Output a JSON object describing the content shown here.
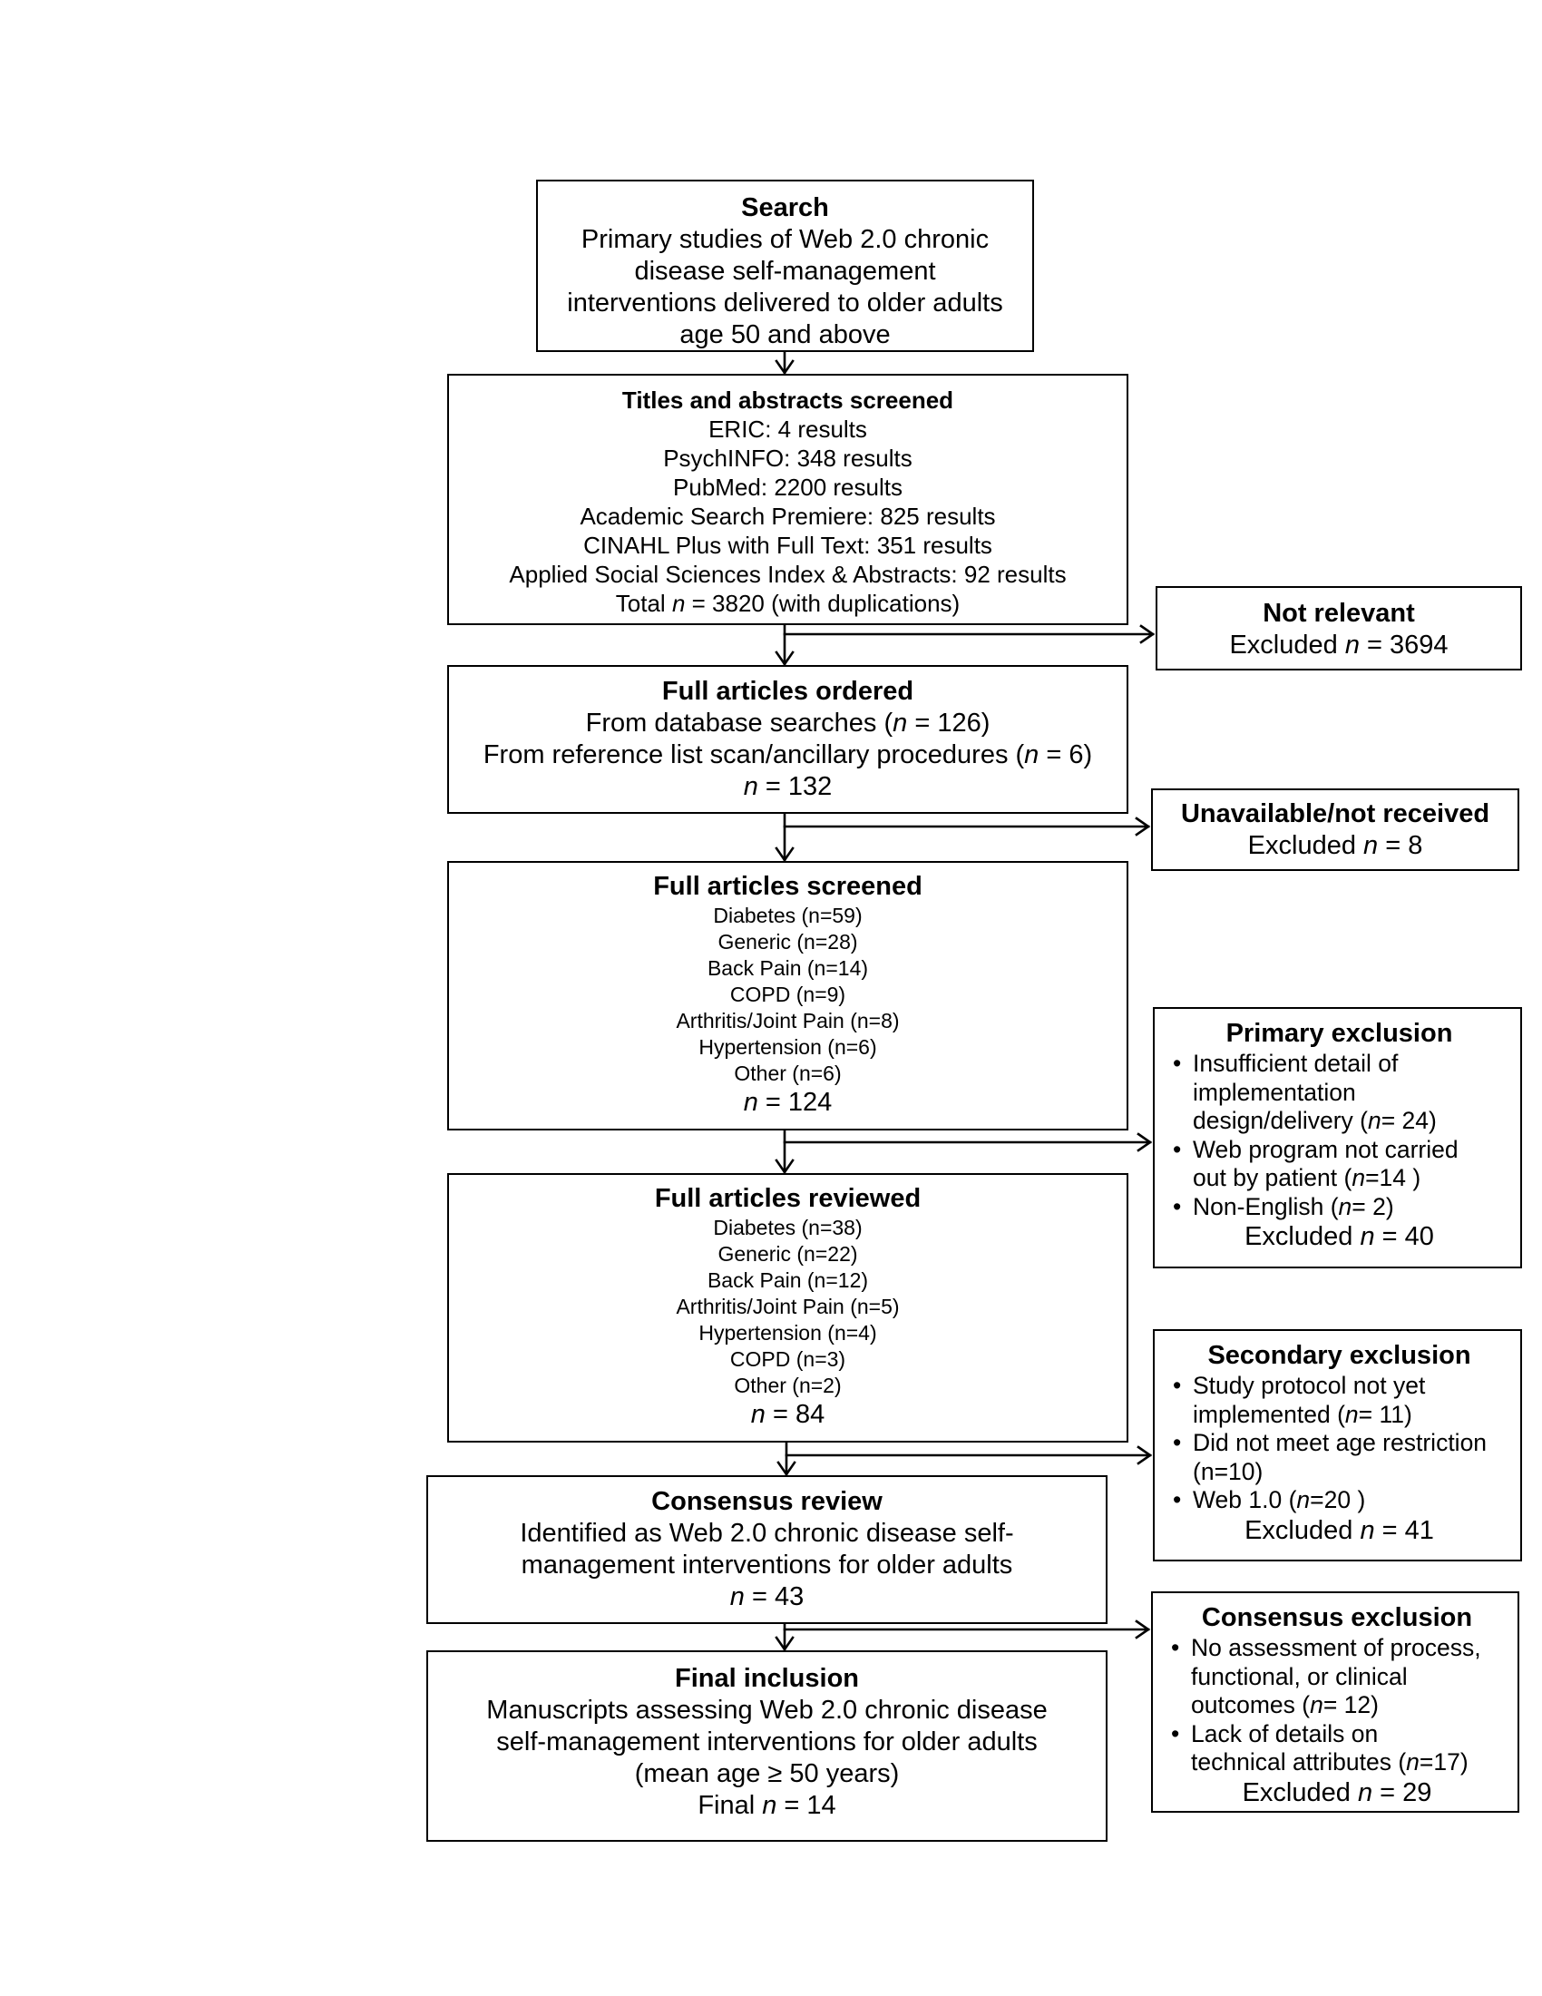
{
  "search": {
    "title": "Search",
    "lines": [
      "Primary studies of Web 2.0 chronic",
      "disease self-management",
      "interventions delivered to older adults",
      "age 50 and above"
    ]
  },
  "titles_abstracts": {
    "title": "Titles and abstracts screened",
    "lines": [
      "ERIC: 4 results",
      "PsychINFO: 348 results",
      "PubMed: 2200 results",
      "Academic Search Premiere: 825 results",
      "CINAHL Plus with Full Text: 351 results",
      "Applied Social Sciences Index & Abstracts: 92 results"
    ],
    "total_pre": "Total ",
    "total_n": "n",
    "total_post": " = 3820 (with duplications)"
  },
  "not_relevant": {
    "title": "Not relevant",
    "pre": "Excluded ",
    "n": "n",
    "post": " = 3694"
  },
  "ordered": {
    "title": "Full articles ordered",
    "l1_pre": "From database searches (",
    "l1_n": "n",
    "l1_post": " = 126)",
    "l2_pre": "From reference list scan/ancillary procedures (",
    "l2_n": "n",
    "l2_post": " = 6)",
    "l3_n": "n",
    "l3_post": " = 132"
  },
  "unavailable": {
    "title": "Unavailable/not received",
    "pre": "Excluded ",
    "n": "n",
    "post": " = 8"
  },
  "screened": {
    "title": "Full articles screened",
    "items": [
      "Diabetes (n=59)",
      "Generic (n=28)",
      "Back Pain (n=14)",
      "COPD (n=9)",
      "Arthritis/Joint Pain (n=8)",
      "Hypertension (n=6)",
      "Other (n=6)"
    ],
    "total_n": "n",
    "total_post": " = 124"
  },
  "primary_exclusion": {
    "title": "Primary exclusion",
    "b1_l1": "Insufficient detail of",
    "b1_l2": "implementation",
    "b1_l3_pre": "design/delivery (",
    "b1_l3_n": "n",
    "b1_l3_post": "= 24)",
    "b2_l1": "Web program not carried",
    "b2_l2_pre": "out by patient (",
    "b2_l2_n": "n",
    "b2_l2_post": "=14 )",
    "b3_pre": "Non-English (",
    "b3_n": "n",
    "b3_post": "= 2)",
    "excl_pre": "Excluded ",
    "excl_n": "n",
    "excl_post": " = 40"
  },
  "reviewed": {
    "title": "Full articles reviewed",
    "items": [
      "Diabetes (n=38)",
      "Generic (n=22)",
      "Back Pain (n=12)",
      "Arthritis/Joint Pain (n=5)",
      "Hypertension (n=4)",
      "COPD (n=3)",
      "Other (n=2)"
    ],
    "total_n": "n",
    "total_post": " = 84"
  },
  "secondary_exclusion": {
    "title": "Secondary exclusion",
    "b1_l1": "Study protocol not yet",
    "b1_l2_pre": "implemented (",
    "b1_l2_n": "n",
    "b1_l2_post": "= 11)",
    "b2_l1": "Did not meet age restriction",
    "b2_l2": "(n=10)",
    "b3_pre": "Web 1.0 (",
    "b3_n": "n",
    "b3_post": "=20 )",
    "excl_pre": "Excluded ",
    "excl_n": "n",
    "excl_post": " = 41"
  },
  "consensus_review": {
    "title": "Consensus review",
    "lines": [
      "Identified as Web 2.0 chronic disease self-",
      "management interventions for older adults"
    ],
    "total_n": "n",
    "total_post": " = 43"
  },
  "consensus_exclusion": {
    "title": "Consensus exclusion",
    "b1_l1": "No assessment of process,",
    "b1_l2": "functional, or clinical",
    "b1_l3_pre": "outcomes (",
    "b1_l3_n": "n",
    "b1_l3_post": "= 12)",
    "b2_l1": "Lack  of details on",
    "b2_l2_pre": "technical attributes (",
    "b2_l2_n": "n",
    "b2_l2_post": "=17)",
    "excl_pre": "Excluded ",
    "excl_n": "n",
    "excl_post": " = 29"
  },
  "final_inclusion": {
    "title": "Final inclusion",
    "lines": [
      "Manuscripts assessing Web 2.0 chronic disease",
      "self-management interventions for older adults",
      "(mean age ≥ 50 years)"
    ],
    "final_pre": "Final ",
    "final_n": "n",
    "final_post": " = 14"
  }
}
